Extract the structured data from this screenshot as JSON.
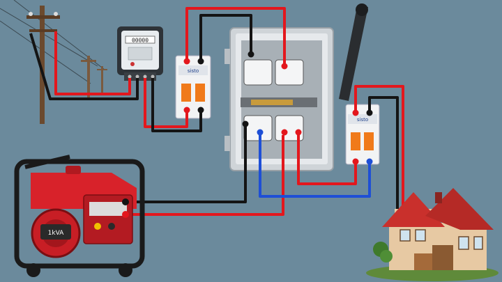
{
  "colors": {
    "background": "#6b8a9c",
    "wire_red": "#e3171d",
    "wire_black": "#141414",
    "wire_blue": "#1e4fd6",
    "switch_box": "#d9dde0",
    "breaker_orange": "#f07a1a",
    "generator_red": "#d8222a",
    "house_roof": "#c9302c"
  },
  "meter": {
    "digits": "00000"
  },
  "breakers": {
    "main_label": "sisto",
    "house_label": "sisto"
  },
  "generator": {
    "rating_badge": "1kVA"
  },
  "icons": [
    "utility-pole-icon",
    "energy-meter-icon",
    "circuit-breaker-icon",
    "changeover-switch-icon",
    "generator-icon",
    "house-icon"
  ]
}
